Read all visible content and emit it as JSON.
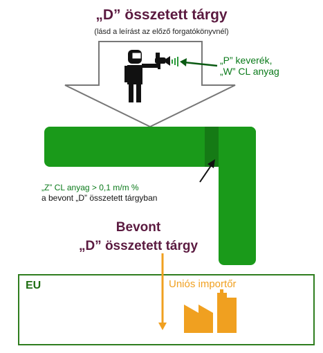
{
  "header": {
    "title": "„D” összetett tárgy",
    "subtitle": "(lásd a leírást az előző forgatókönyvnél)"
  },
  "mixture": {
    "line1": "„P” keverék,",
    "line2": "„W” CL anyag"
  },
  "cl_note": {
    "line1": "„Z” CL anyag > 0,1 m/m %",
    "line2": "a bevont „D” összetett tárgyban"
  },
  "coated": {
    "line1": "Bevont",
    "line2": "„D” összetett tárgy"
  },
  "eu": {
    "label": "EU",
    "importer_label": "Uniós importőr"
  },
  "colors": {
    "title_maroon": "#5b1a40",
    "green_shape": "#1a9a1a",
    "eu_border": "#2e7d1e",
    "importer_orange": "#f0a020"
  }
}
